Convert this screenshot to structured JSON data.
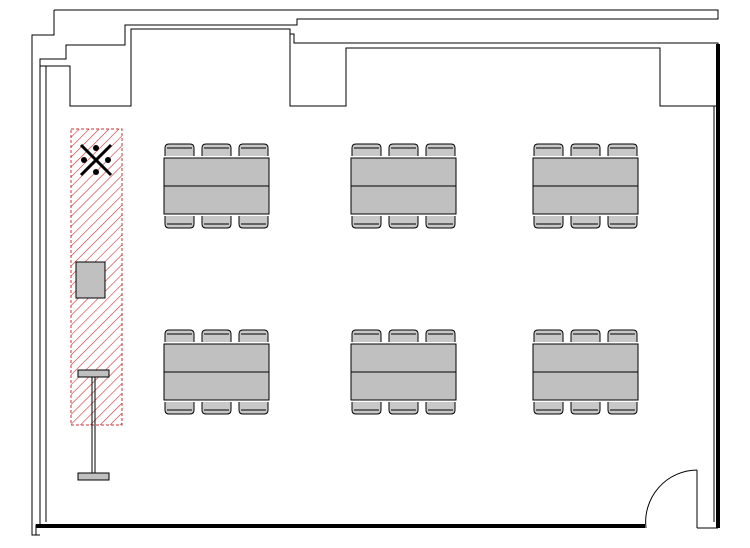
{
  "floor_plan": {
    "room": "classroom",
    "table_groups": {
      "rows": 2,
      "columns": 3,
      "chairs_per_side": 3
    },
    "teaching_zone": {
      "icon": "projector-cross-icon",
      "hatched": true,
      "hatch_color": "#cc3333"
    },
    "colors": {
      "wall": "#000000",
      "furniture_fill": "#c0c0c0",
      "chair_fill": "#c8c8c8",
      "hatch": "#cc3333"
    }
  }
}
